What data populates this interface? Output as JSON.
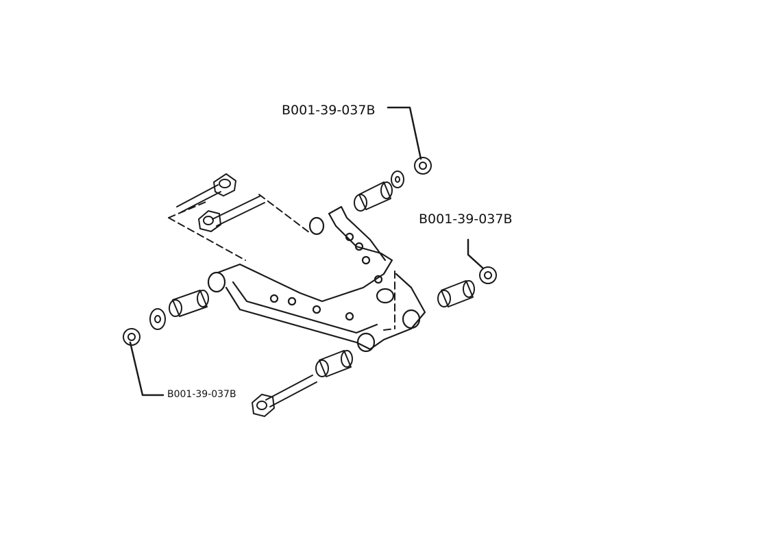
{
  "callouts": [
    {
      "part_number": "B001-39-037B"
    },
    {
      "part_number": "B001-39-037B"
    },
    {
      "part_number": "B001-39-037B"
    }
  ],
  "colors": {
    "line": "#1a1a1a",
    "background": "#ffffff"
  }
}
